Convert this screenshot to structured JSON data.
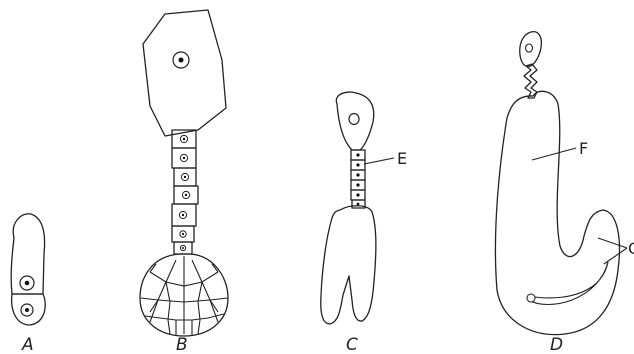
{
  "figure_labels": {
    "a": "A",
    "b": "B",
    "c": "C",
    "d": "D"
  },
  "callouts": {
    "e": "E",
    "f": "F",
    "g": "G"
  }
}
